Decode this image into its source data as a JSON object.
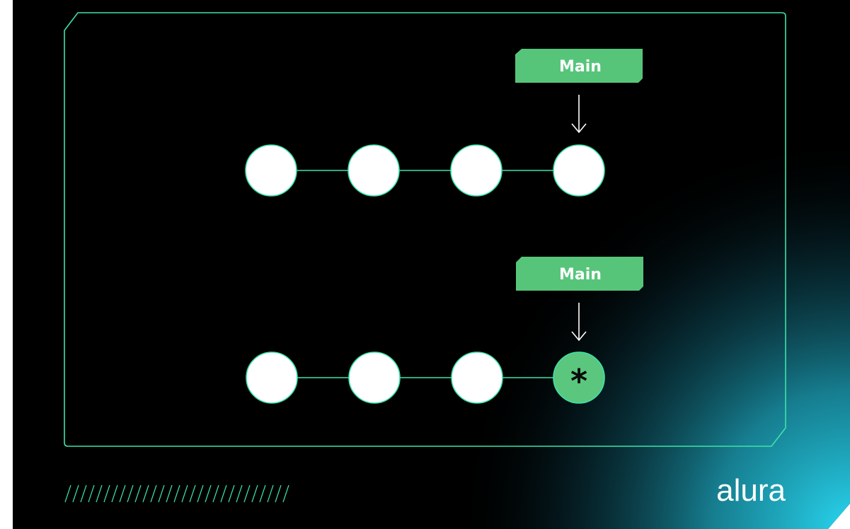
{
  "diagram": {
    "rows": [
      {
        "branch_label": "Main",
        "commits": [
          "",
          "",
          "",
          ""
        ],
        "head_index": 3,
        "head_marker": ""
      },
      {
        "branch_label": "Main",
        "commits": [
          "",
          "",
          "",
          ""
        ],
        "head_index": 3,
        "head_marker": "*"
      }
    ]
  },
  "brand": {
    "logo_text": "alura"
  },
  "colors": {
    "background": "#000000",
    "frame_stroke": "#3de2a8",
    "tag_fill": "#56c57a",
    "node_fill": "#ffffff",
    "node_stroke": "#3de2a8",
    "head_fill": "#5bc67e",
    "glow": "#28d2ee"
  }
}
